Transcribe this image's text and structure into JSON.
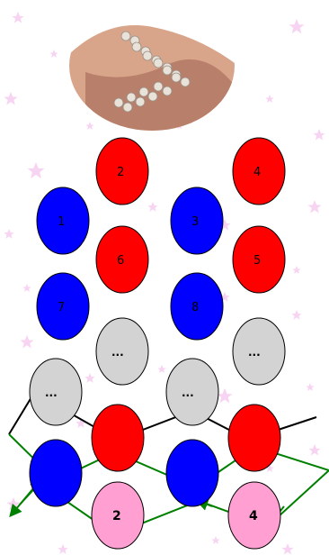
{
  "photo": {
    "description_icon": "beaded-ring-photo",
    "colors": {
      "skin": "#d9a58a",
      "skin_dark": "#b8806a",
      "beads": "#e8e2d8",
      "backdrop": "#ffffff"
    }
  },
  "background": {
    "pattern": "pink-stars",
    "star_color": "#f6c6ef"
  },
  "colors": {
    "red": "#ff0000",
    "blue": "#0000ff",
    "gray": "#d3d3d3",
    "pink": "#ff9fd2",
    "outline": "#000000",
    "thread_black": "#000000",
    "thread_green": "#008000"
  },
  "beads": [
    {
      "id": "bead-2-top",
      "color": "red",
      "label": "2"
    },
    {
      "id": "bead-4-top",
      "color": "red",
      "label": "4"
    },
    {
      "id": "bead-1",
      "color": "blue",
      "label": "1"
    },
    {
      "id": "bead-3",
      "color": "blue",
      "label": "3"
    },
    {
      "id": "bead-6",
      "color": "red",
      "label": "6"
    },
    {
      "id": "bead-5",
      "color": "red",
      "label": "5"
    },
    {
      "id": "bead-7",
      "color": "blue",
      "label": "7"
    },
    {
      "id": "bead-8",
      "color": "blue",
      "label": "8"
    },
    {
      "id": "bead-gray-a",
      "color": "gray",
      "label": "..."
    },
    {
      "id": "bead-gray-b",
      "color": "gray",
      "label": "..."
    },
    {
      "id": "bead-gray-c",
      "color": "gray",
      "label": "..."
    },
    {
      "id": "bead-gray-d",
      "color": "gray",
      "label": "..."
    },
    {
      "id": "bead-red-low-1",
      "color": "red",
      "label": ""
    },
    {
      "id": "bead-red-low-2",
      "color": "red",
      "label": ""
    },
    {
      "id": "bead-blue-low-1",
      "color": "blue",
      "label": ""
    },
    {
      "id": "bead-blue-low-2",
      "color": "blue",
      "label": ""
    },
    {
      "id": "bead-pink-2",
      "color": "pink",
      "label": "2"
    },
    {
      "id": "bead-pink-4",
      "color": "pink",
      "label": "4"
    }
  ]
}
